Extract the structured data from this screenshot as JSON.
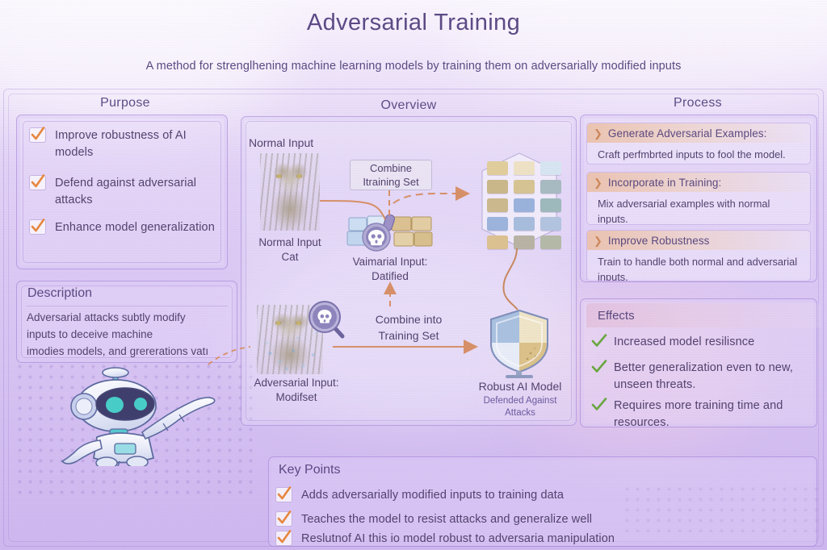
{
  "header": {
    "title": "Adversarial Training",
    "subtitle": "A method for strenglhening machine learning models by training them on adversarially modified inputs"
  },
  "sections": {
    "purpose_title": "Purpose",
    "overview_title": "Overview",
    "process_title": "Process",
    "description_title": "Description",
    "effects_title": "Effects",
    "key_points_title": "Key Points"
  },
  "purpose": {
    "items": [
      "Improve robustness of AI models",
      "Defend against adversarial attacks",
      "Enhance model generalization"
    ]
  },
  "description": {
    "lines": [
      "Adversarial attacks subtly modify",
      "inputs to deceive machine",
      "imodies models, and grererations vatı"
    ]
  },
  "overview": {
    "normal_input_heading": "Normal Input",
    "normal_input_label_line1": "Normal Input",
    "normal_input_label_line2": "Cat",
    "combine_box_line1": "Combine",
    "combine_box_line2": "Itraining Set",
    "perturbation_label_line1": "Vaimarial Input:",
    "perturbation_label_line2": "Datified",
    "adversarial_label_line1": "Adversarial Input:",
    "adversarial_label_line2": "Modifset",
    "combine_into_line1": "Combine into",
    "combine_into_line2": "Training Set",
    "model_label": "Robust AI Model",
    "model_sub_line1": "Defended Against",
    "model_sub_line2": "Attacks",
    "tile_colors": [
      "#e2cf9c",
      "#efe3c6",
      "#d8e7f2",
      "#cbb98b",
      "#d8c594",
      "#a8bcc2",
      "#cdbb8e",
      "#9bb4dc",
      "#9fbabd",
      "#9db5dd",
      "#a8bedd",
      "#b3c5e0",
      "#ddc291",
      "#b9b4a4",
      "#b5bba8"
    ]
  },
  "process": {
    "steps": [
      {
        "title": "Generate Adversarial Examples:",
        "body": "Craft perfmbrted inputs to fool the model."
      },
      {
        "title": "Incorporate in Training:",
        "body": "Mix adversarial examples with normal inputs."
      },
      {
        "title": "Improve Robustness",
        "body": "Train to handle both normal and adversarial inputs."
      }
    ],
    "chevron": "❯"
  },
  "effects": {
    "items": [
      "Increased model resilisnce",
      "Better generalization even to new, unseen threats.",
      "Requires more training time and resources."
    ]
  },
  "key_points": {
    "items": [
      "Adds adversarially modified inputs to training data",
      "Teaches the model to resist attacks and generalize well",
      "Reslutnof AI this io model robust to adversaria manipulation"
    ]
  },
  "colors": {
    "background_top": "#fbf7fe",
    "background_bottom": "#cfb8ef",
    "title_text": "#5d4b86",
    "body_text": "#53436f",
    "accent_orange": "#e8883f",
    "accent_green": "#6aa842",
    "panel_border": "#9670d0",
    "arrow": "#d89169"
  },
  "icons": {
    "check_orange": "orange-check-icon",
    "check_green": "green-check-icon",
    "chevron": "chevron-right-icon",
    "skull": "skull-icon",
    "magnifier": "magnifier-icon",
    "shield": "shield-icon",
    "robot": "robot-mascot-icon"
  }
}
